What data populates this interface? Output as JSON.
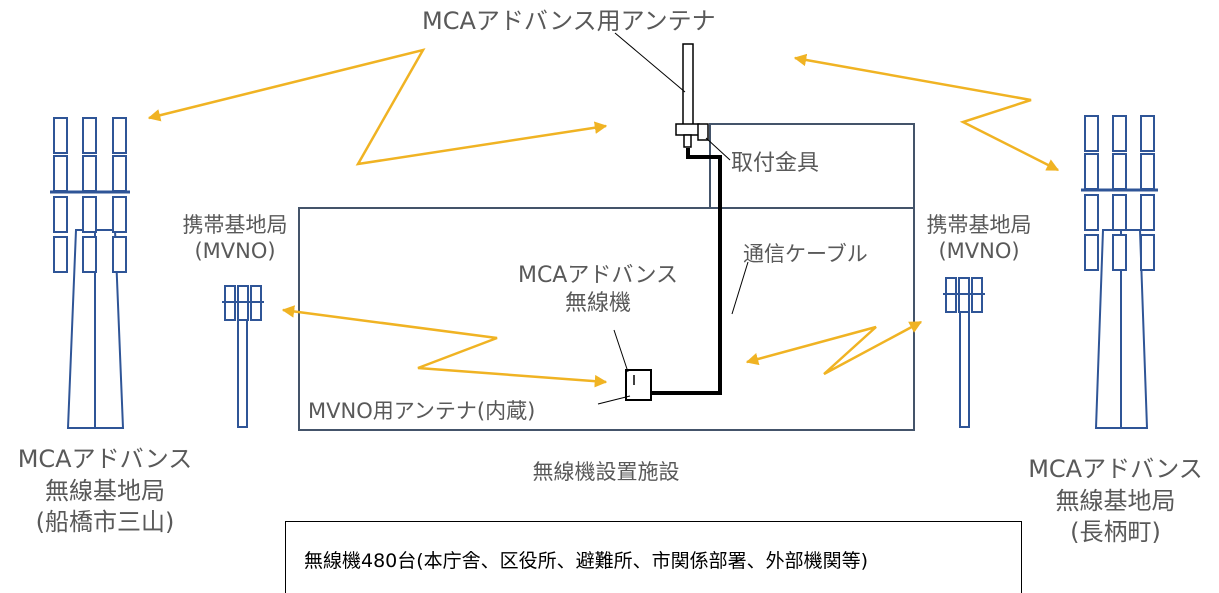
{
  "labels": {
    "antenna_title": "MCAアドバンス用アンテナ",
    "mounting_bracket": "取付金具",
    "comm_cable": "通信ケーブル",
    "radio_unit_line1": "MCAアドバンス",
    "radio_unit_line2": "無線機",
    "mvno_antenna": "MVNO用アンテナ(内蔵)",
    "facility": "無線機設置施設",
    "mobile_left_line1": "携帯基地局",
    "mobile_left_line2": "(MVNO)",
    "mobile_right_line1": "携帯基地局",
    "mobile_right_line2": "(MVNO)",
    "base_left_line1": "MCAアドバンス",
    "base_left_line2": "無線基地局",
    "base_left_line3": "(船橋市三山)",
    "base_right_line1": "MCAアドバンス",
    "base_right_line2": "無線基地局",
    "base_right_line3": "(長柄町)"
  },
  "note": "無線機480台(本庁舎、区役所、避難所、市関係部署、外部機関等)",
  "colors": {
    "tower": "#2f5597",
    "signal": "#f0b323",
    "facility": "#44546a",
    "cable": "#000000",
    "text": "#595959"
  }
}
